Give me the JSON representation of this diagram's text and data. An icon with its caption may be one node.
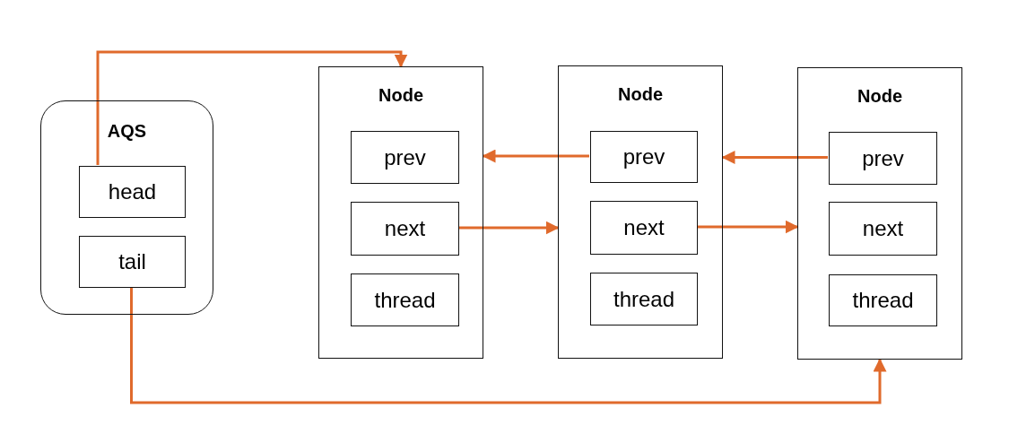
{
  "diagram": {
    "nodes": [
      {
        "text": [
          "AQS"
        ]
      },
      {
        "text": [
          "head"
        ],
        "in": 0
      },
      {
        "text": [
          "tail"
        ],
        "in": 0
      },
      {
        "text": [
          "Node"
        ]
      },
      {
        "text": [
          "prev"
        ],
        "in": 3
      },
      {
        "text": [
          "next"
        ],
        "in": 3
      },
      {
        "text": [
          "thread"
        ],
        "in": 3
      },
      {
        "text": [
          "Node"
        ]
      },
      {
        "text": [
          "prev"
        ],
        "in": 7
      },
      {
        "text": [
          "next"
        ],
        "in": 7
      },
      {
        "text": [
          "thread"
        ],
        "in": 7
      },
      {
        "text": [
          "Node"
        ]
      },
      {
        "text": [
          "prev"
        ],
        "in": 11
      },
      {
        "text": [
          "next"
        ],
        "in": 11
      },
      {
        "text": [
          "thread"
        ],
        "in": 11
      }
    ],
    "edges": [
      {
        "from": 1,
        "to": 3,
        "arrow": "to"
      },
      {
        "from": 2,
        "to": 11,
        "arrow": "to"
      },
      {
        "from": 8,
        "to": 3,
        "arrow": "to"
      },
      {
        "from": 5,
        "to": 7,
        "arrow": "to"
      },
      {
        "from": 12,
        "to": 7,
        "arrow": "to"
      },
      {
        "from": 9,
        "to": 11,
        "arrow": "to"
      }
    ]
  }
}
